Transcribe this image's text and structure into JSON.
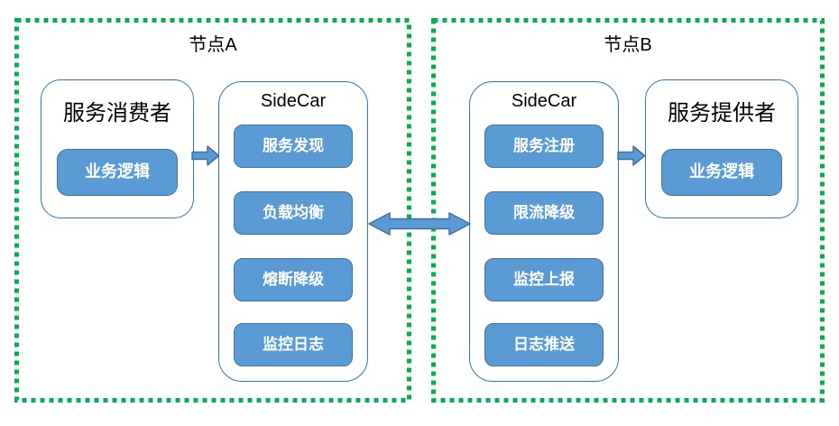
{
  "colors": {
    "node_border": "#00B050",
    "shape_fill": "#5B9BD5",
    "shape_stroke": "#41719C",
    "outline_stroke": "#2E75B6",
    "text_dark": "#000000",
    "text_light": "#FFFFFF"
  },
  "icons": {
    "flow_a": "right-arrow-icon",
    "flow_b": "right-arrow-icon",
    "link": "double-headed-arrow-icon"
  },
  "node_a": {
    "title": "节点A",
    "consumer": {
      "title": "服务消费者",
      "logic_label": "业务逻辑"
    },
    "sidecar": {
      "title": "SideCar",
      "items": [
        "服务发现",
        "负载均衡",
        "熔断降级",
        "监控日志"
      ]
    }
  },
  "node_b": {
    "title": "节点B",
    "sidecar": {
      "title": "SideCar",
      "items": [
        "服务注册",
        "限流降级",
        "监控上报",
        "日志推送"
      ]
    },
    "provider": {
      "title": "服务提供者",
      "logic_label": "业务逻辑"
    }
  }
}
